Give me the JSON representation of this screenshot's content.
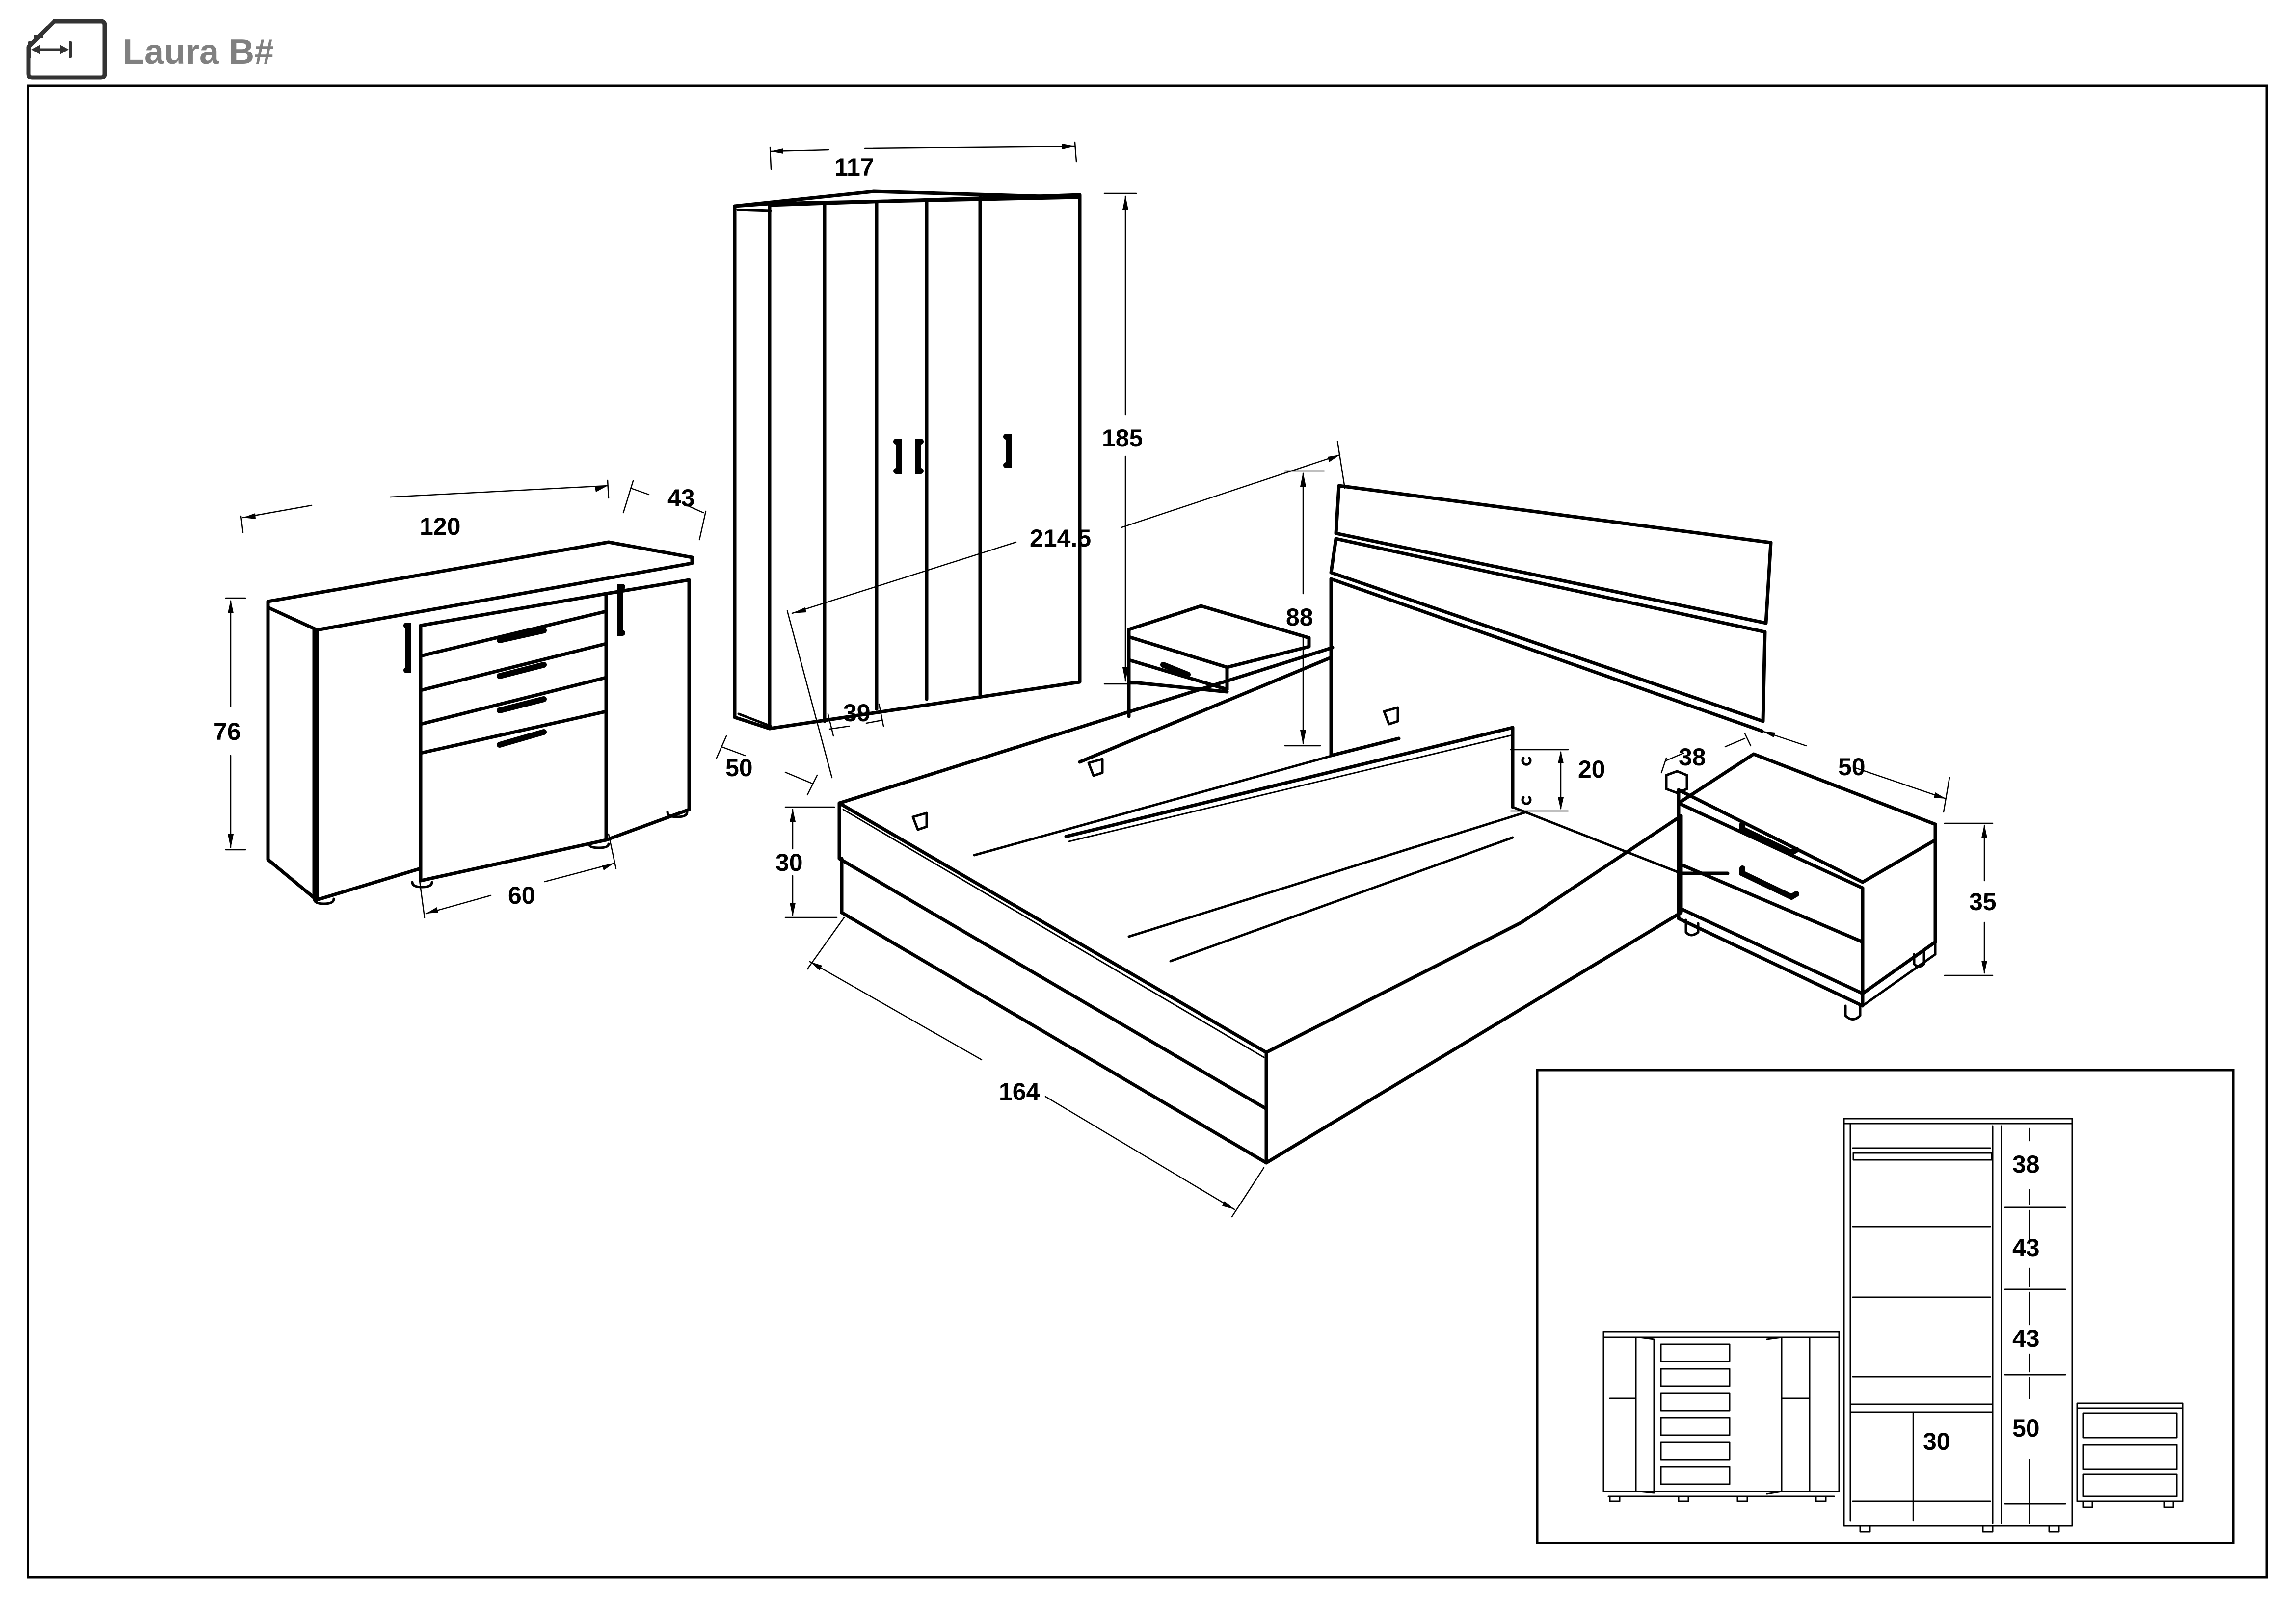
{
  "header": {
    "title": "Laura B#",
    "icon": "dimensions-document-icon",
    "title_color": "#808080",
    "icon_color": "#333333"
  },
  "drawing": {
    "style": "isometric line drawing, black on white",
    "sideboard": {
      "name": "sideboard",
      "dimensions": {
        "width": "120",
        "depth": "43",
        "height": "76",
        "drawer_section_width": "60"
      },
      "doors": 2,
      "drawers": 4
    },
    "wardrobe": {
      "name": "wardrobe",
      "dimensions": {
        "width": "117",
        "height": "185",
        "depth": "50",
        "door_width": "39"
      },
      "doors": 3
    },
    "bed": {
      "name": "bed",
      "dimensions": {
        "length": "214.5",
        "width": "164",
        "frame_height": "30",
        "headboard_height": "88",
        "side_rail_height": "20"
      }
    },
    "nightstand": {
      "name": "nightstand",
      "dimensions": {
        "depth": "38",
        "width": "50",
        "height": "35"
      },
      "drawers": 2
    }
  },
  "inset": {
    "title": "interior layout",
    "wardrobe_compartments": [
      "38",
      "43",
      "43",
      "50"
    ],
    "hanging_section_bottom": "30"
  }
}
